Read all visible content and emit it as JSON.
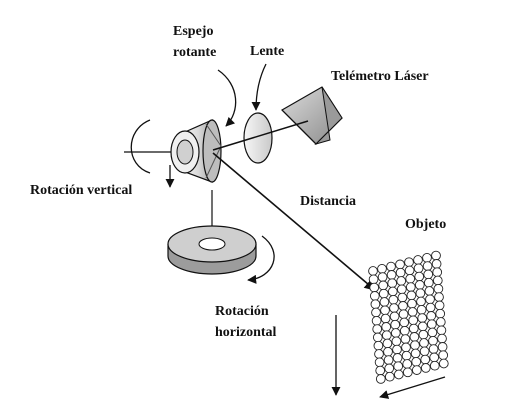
{
  "labels": {
    "mirror_line1": "Espejo",
    "mirror_line2": "rotante",
    "lens": "Lente",
    "laser": "Telémetro Láser",
    "vertical_rotation": "Rotación vertical",
    "distance": "Distancia",
    "object": "Objeto",
    "horizontal_rotation_line1": "Rotación",
    "horizontal_rotation_line2": "horizontal"
  },
  "colors": {
    "ink": "#111111",
    "shade_light": "#e6e6e6",
    "shade_mid": "#bdbdbd",
    "shade_dark": "#8f8f8f"
  },
  "object_grid": {
    "rows": 14,
    "cols": 8
  }
}
